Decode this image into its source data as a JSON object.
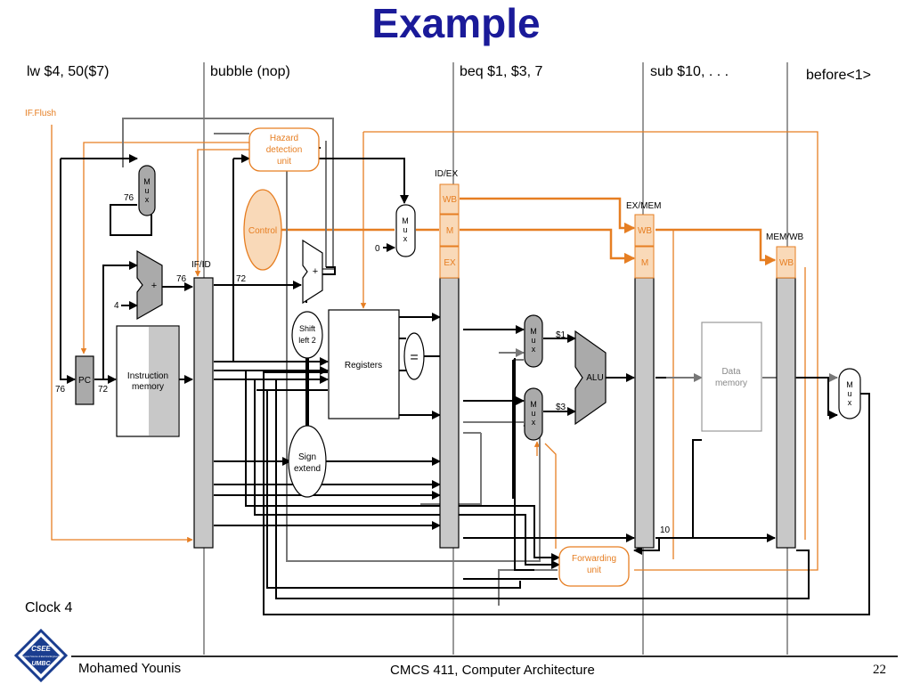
{
  "title": "Example",
  "stages": [
    {
      "id": "if",
      "label": "lw $4, 50($7)"
    },
    {
      "id": "id",
      "label": "bubble (nop)"
    },
    {
      "id": "ex",
      "label": "beq  $1, $3, 7"
    },
    {
      "id": "mem",
      "label": "sub $10, . . ."
    },
    {
      "id": "wb",
      "label": "before<1>"
    }
  ],
  "labels": {
    "if_flush": "IF.Flush",
    "hazard_1": "Hazard",
    "hazard_2": "detection",
    "hazard_3": "unit",
    "control": "Control",
    "id_ex": "ID/EX",
    "ex_mem": "EX/MEM",
    "mem_wb": "MEM/WB",
    "if_id": "IF/ID",
    "wb": "WB",
    "m": "M",
    "ex": "EX",
    "mux_m": "M",
    "mux_u": "u",
    "mux_x": "x",
    "plus": "+",
    "shift_1": "Shift",
    "shift_2": "left 2",
    "registers": "Registers",
    "equals": "=",
    "pc": "PC",
    "imem_1": "Instruction",
    "imem_2": "memory",
    "sign_1": "Sign",
    "sign_2": "extend",
    "alu": "ALU",
    "dmem_1": "Data",
    "dmem_2": "memory",
    "fwd_1": "Forwarding",
    "fwd_2": "unit",
    "v76a": "76",
    "v76b": "76",
    "v76c": "76",
    "v72a": "72",
    "v72b": "72",
    "v4": "4",
    "v0": "0",
    "v1": "$1",
    "v3": "$3",
    "v10": "10"
  },
  "colors": {
    "title": "#1a1a99",
    "control": "#e67e22",
    "control_fill": "#f9d9b8",
    "unit_fill": "#c8c8c8",
    "wire": "#000000",
    "gray_wire": "#7a7a7a"
  },
  "clock_label": "Clock 4",
  "footer": {
    "author": "Mohamed Younis",
    "course": "CMCS 411, Computer Architecture",
    "page": "22"
  },
  "logo": {
    "line1": "CSEE",
    "line2": "Computer Science & Electrical Engineering",
    "line3": "UMBC"
  }
}
